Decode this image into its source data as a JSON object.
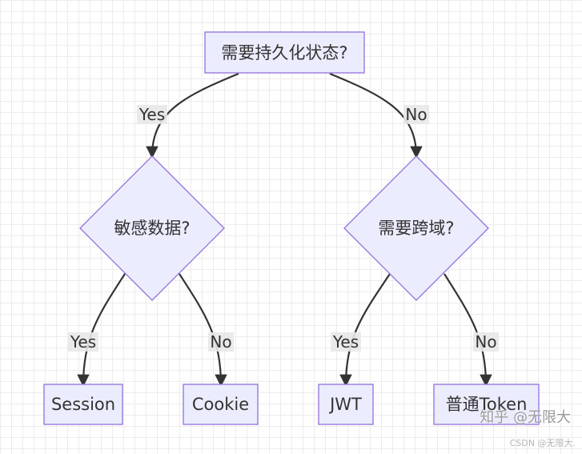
{
  "nodes": {
    "root": "需要持久化状态?",
    "sensitive": "敏感数据?",
    "cross_domain": "需要跨域?",
    "session": "Session",
    "cookie": "Cookie",
    "jwt": "JWT",
    "token": "普通Token"
  },
  "edges": {
    "root_yes": "Yes",
    "root_no": "No",
    "sensitive_yes": "Yes",
    "sensitive_no": "No",
    "cross_yes": "Yes",
    "cross_no": "No"
  },
  "colors": {
    "node_fill": "#ECECFF",
    "node_stroke": "#9370DB",
    "edge": "#333333"
  },
  "watermark": {
    "main": "知乎 @无限大",
    "sub": "CSDN @无限大."
  }
}
